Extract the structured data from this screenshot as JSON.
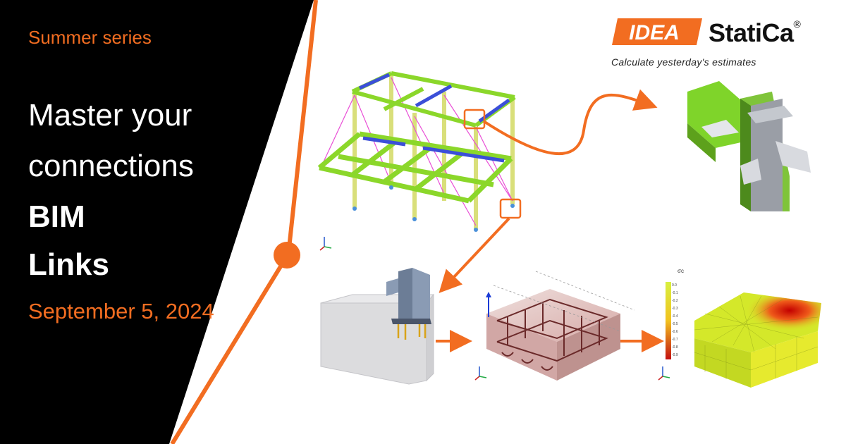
{
  "left_panel": {
    "series": "Summer series",
    "headline_line1": "Master your",
    "headline_line2": "connections",
    "bold_line1": "BIM",
    "bold_line2": "Links",
    "date": "September 5, 2024"
  },
  "brand": {
    "logo_mark": "IDEA",
    "name": "StatiCa",
    "registered": "®",
    "tagline": "Calculate yesterday's estimates"
  },
  "legend_scale": {
    "title": "σc",
    "ticks": [
      "0.0",
      "-0.1",
      "-0.2",
      "-0.3",
      "-0.4",
      "-0.5",
      "-0.6",
      "-0.7",
      "-0.8",
      "-0.9"
    ]
  },
  "colors": {
    "panel": "#000000",
    "accent": "#f26d21",
    "frame_green": "#7ed321",
    "frame_blue": "#3b4fd8"
  },
  "icons": [
    "frame-model-3d",
    "steel-joint-3d",
    "base-plate-3d",
    "rebar-cage-3d",
    "stress-contour-3d",
    "flow-arrow-icon",
    "axis-triad-icon"
  ]
}
